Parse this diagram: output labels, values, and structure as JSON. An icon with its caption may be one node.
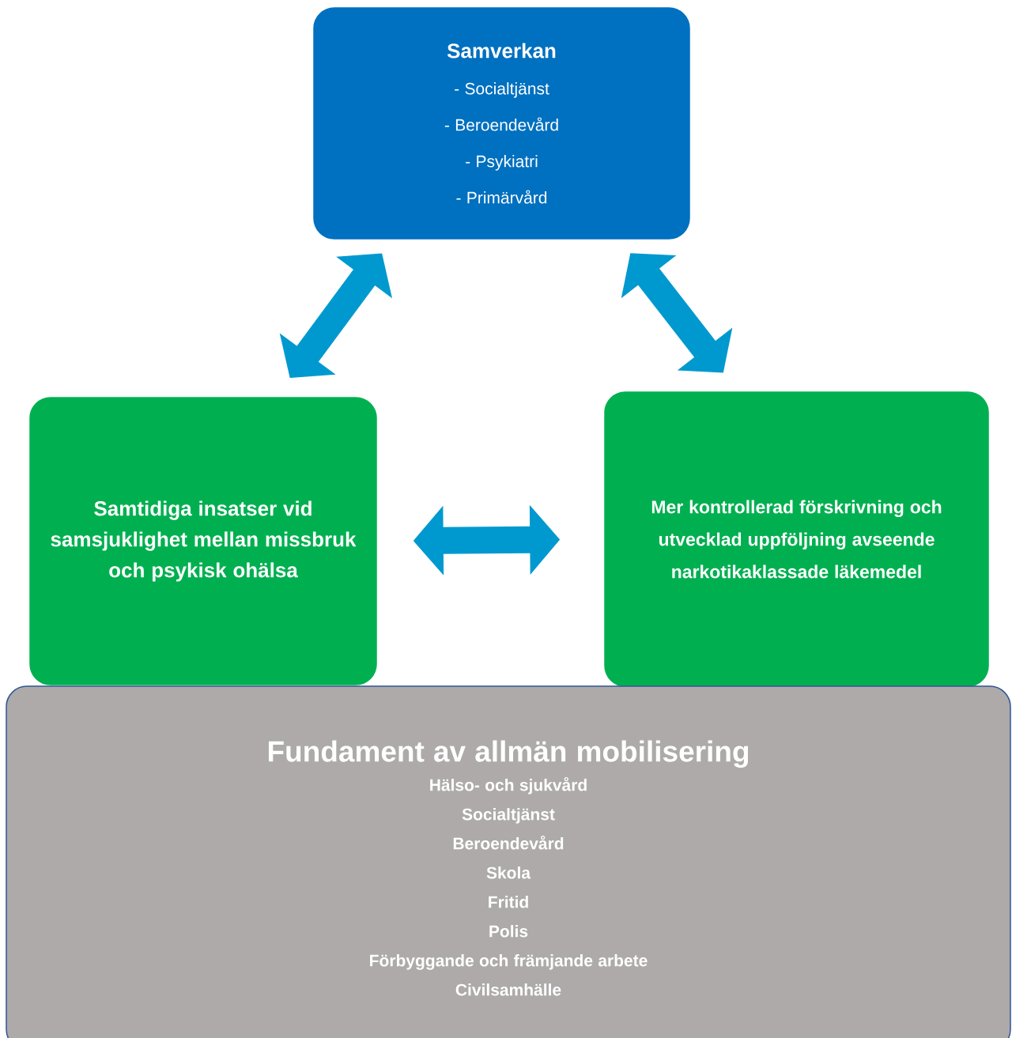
{
  "diagram": {
    "nodes": [
      {
        "text": [
          "Samverkan",
          "- Socialtjänst",
          "- Beroendevård",
          "- Psykiatri",
          "- Primärvård"
        ]
      },
      {
        "text": [
          "Samtidiga insatser vid samsjuklighet mellan missbruk och psykisk ohälsa"
        ]
      },
      {
        "text": [
          "Mer kontrollerad förskrivning och utvecklad uppföljning avseende narkotikaklassade läkemedel"
        ]
      },
      {
        "text": [
          "Fundament av allmän mobilisering",
          "Hälso- och sjukvård",
          "Socialtjänst",
          "Beroendevård",
          "Skola",
          "Fritid",
          "Polis",
          "Förbyggande och främjande arbete",
          "Civilsamhälle"
        ]
      }
    ],
    "edges": [
      {
        "from": 1,
        "to": 0,
        "arrow": "both"
      },
      {
        "from": 0,
        "to": 2,
        "arrow": "both"
      },
      {
        "from": 1,
        "to": 2,
        "arrow": "both"
      }
    ]
  }
}
